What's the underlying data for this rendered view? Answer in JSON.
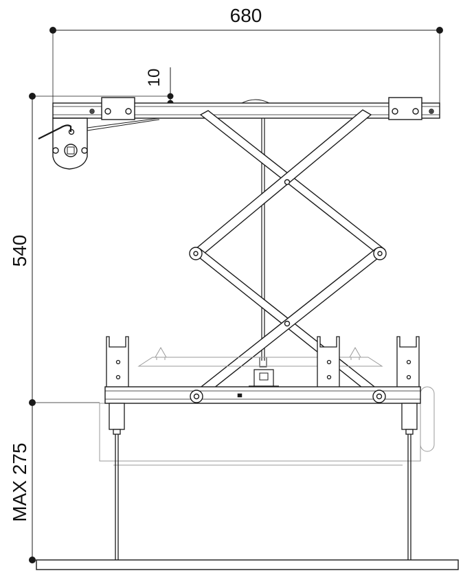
{
  "dimensions": {
    "width": "680",
    "height_upper": "540",
    "height_lower": "MAX 275",
    "offset": "10"
  },
  "colors": {
    "line": "#1a1a1a",
    "faint": "#9a9a9a",
    "text": "#111111"
  }
}
